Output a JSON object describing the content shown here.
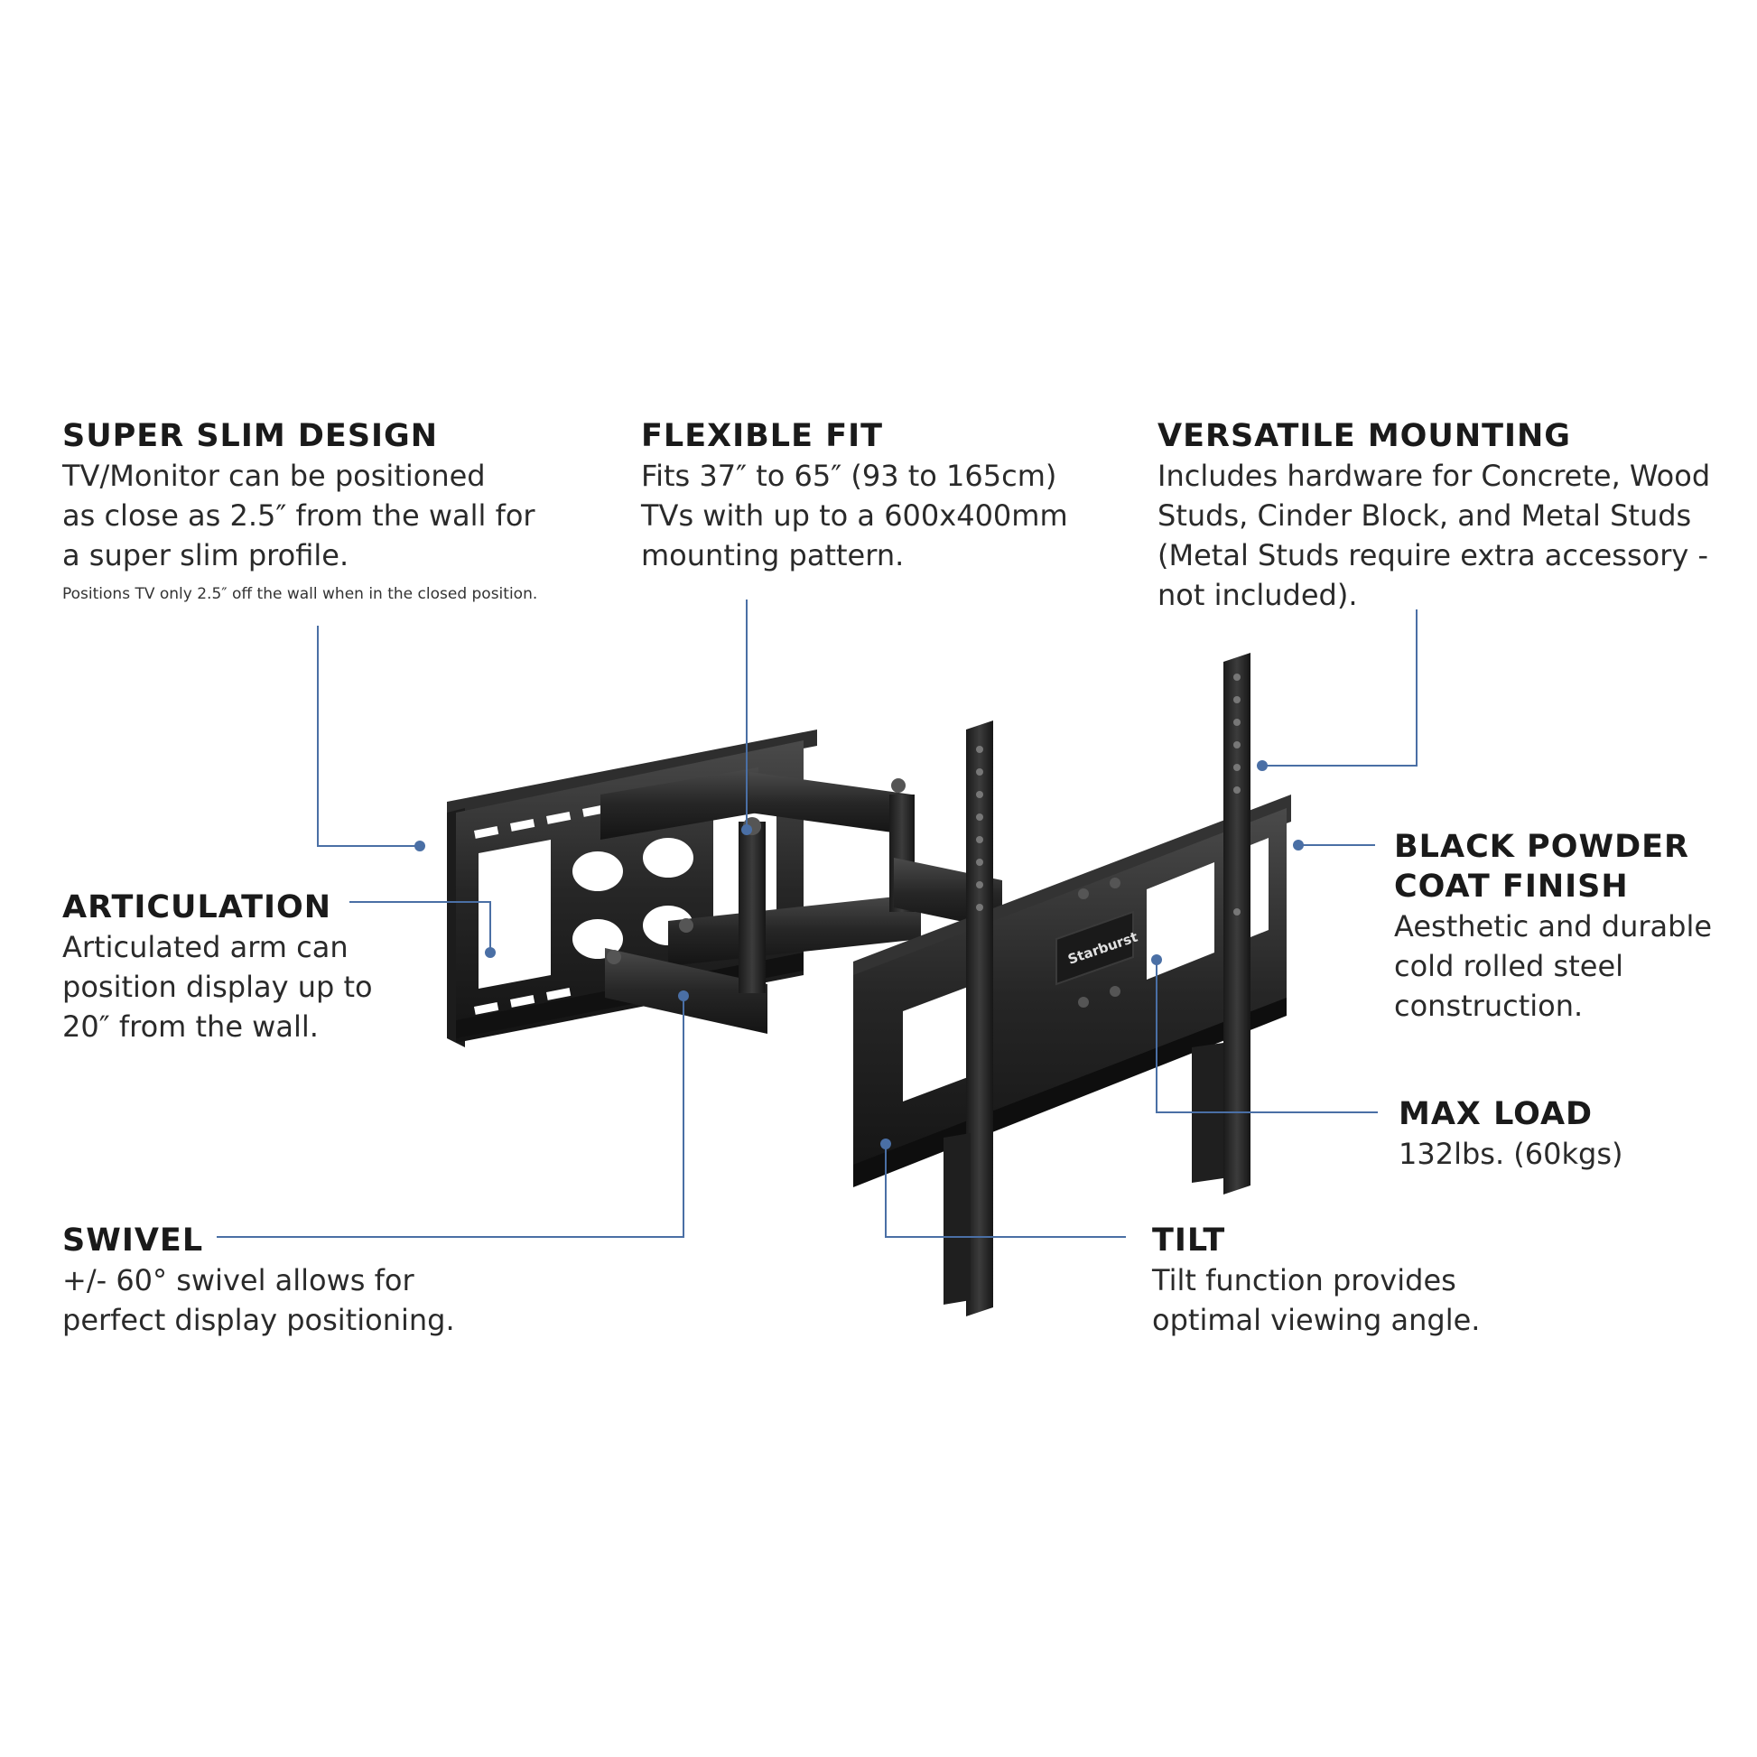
{
  "features": {
    "super_slim": {
      "title": "SUPER SLIM DESIGN",
      "lines": [
        "TV/Monitor can be positioned",
        "as close as 2.5″ from the wall for",
        "a super slim profile."
      ],
      "note": "Positions TV only 2.5″ off the wall when in the closed position."
    },
    "flexible_fit": {
      "title": "FLEXIBLE FIT",
      "lines": [
        "Fits 37″ to 65″ (93 to 165cm)",
        "TVs with up to a 600x400mm",
        "mounting pattern."
      ]
    },
    "versatile": {
      "title": "VERSATILE MOUNTING",
      "lines": [
        "Includes hardware for Concrete, Wood",
        "Studs, Cinder Block, and Metal Studs",
        "(Metal Studs require extra accessory -",
        "not included)."
      ]
    },
    "articulation": {
      "title": "ARTICULATION",
      "lines": [
        "Articulated arm can",
        "position display up to",
        "20″ from the wall."
      ]
    },
    "black_powder": {
      "title_lines": [
        "BLACK POWDER",
        "COAT FINISH"
      ],
      "lines": [
        "Aesthetic and durable",
        "cold rolled steel",
        "construction."
      ]
    },
    "max_load": {
      "title": "MAX LOAD",
      "lines": [
        "132lbs. (60kgs)"
      ]
    },
    "swivel": {
      "title": "SWIVEL",
      "lines": [
        "+/- 60° swivel allows for",
        "perfect display positioning."
      ]
    },
    "tilt": {
      "title": "TILT",
      "lines": [
        "Tilt function provides",
        "optimal viewing angle."
      ]
    }
  },
  "product": {
    "logo_text": "Starburst"
  },
  "colors": {
    "callout_line": "#4a6fa5",
    "metal": "#222222",
    "metal_highlight": "#4a4a4a",
    "background": "#ffffff"
  }
}
